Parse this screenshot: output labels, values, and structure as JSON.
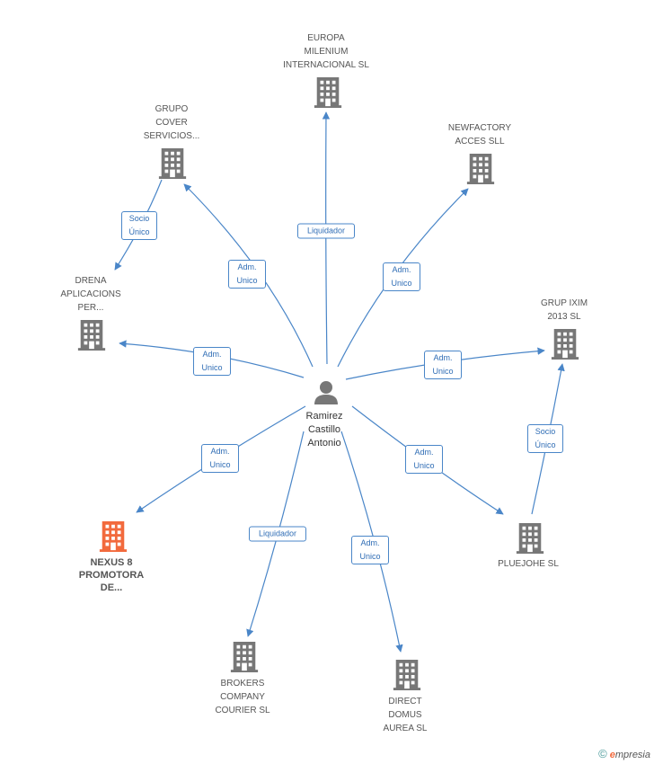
{
  "focus": {
    "name": "Ramirez\nCastillo\nAntonio"
  },
  "nodes": [
    {
      "id": "europa",
      "label": "EUROPA\nMILENIUM\nINTERNACIONAL SL"
    },
    {
      "id": "grupo",
      "label": "GRUPO\nCOVER\nSERVICIOS..."
    },
    {
      "id": "newfactory",
      "label": "NEWFACTORY\nACCES SLL"
    },
    {
      "id": "drena",
      "label": "DRENA\nAPLICACIONS\nPER..."
    },
    {
      "id": "grupixim",
      "label": "GRUP IXIM\n2013 SL"
    },
    {
      "id": "nexus",
      "label": "NEXUS 8\nPROMOTORA\nDE..."
    },
    {
      "id": "pluejohe",
      "label": "PLUEJOHE SL"
    },
    {
      "id": "brokers",
      "label": "BROKERS\nCOMPANY\nCOURIER SL"
    },
    {
      "id": "direct",
      "label": "DIRECT\nDOMUS\nAUREA SL"
    }
  ],
  "edges": [
    {
      "id": "e-europa",
      "label": "Liquidador"
    },
    {
      "id": "e-grupo",
      "label": "Adm.\nUnico"
    },
    {
      "id": "e-newfactory",
      "label": "Adm.\nUnico"
    },
    {
      "id": "e-drena",
      "label": "Adm.\nUnico"
    },
    {
      "id": "e-grupixim",
      "label": "Adm.\nUnico"
    },
    {
      "id": "e-nexus",
      "label": "Adm.\nUnico"
    },
    {
      "id": "e-pluejohe",
      "label": "Adm.\nUnico"
    },
    {
      "id": "e-brokers",
      "label": "Liquidador"
    },
    {
      "id": "e-direct",
      "label": "Adm.\nUnico"
    },
    {
      "id": "e-grupo-drena",
      "label": "Socio\nÚnico"
    },
    {
      "id": "e-pluejohe-grupixim",
      "label": "Socio\nÚnico"
    }
  ],
  "colors": {
    "edge": "#4a86c8",
    "building": "#777777",
    "highlight": "#f26a3d",
    "person": "#777777"
  },
  "icons": {
    "building": "building-icon",
    "person": "person-icon",
    "copyright": "copyright-icon"
  },
  "footer": {
    "symbol": "©",
    "brand": "mpresia",
    "initial": "e"
  }
}
